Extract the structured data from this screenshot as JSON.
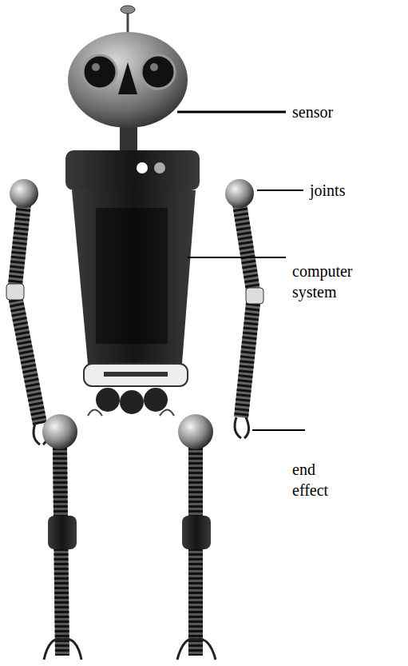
{
  "diagram": {
    "labels": [
      "sensor",
      "joints",
      "computer system",
      "end effect"
    ]
  }
}
